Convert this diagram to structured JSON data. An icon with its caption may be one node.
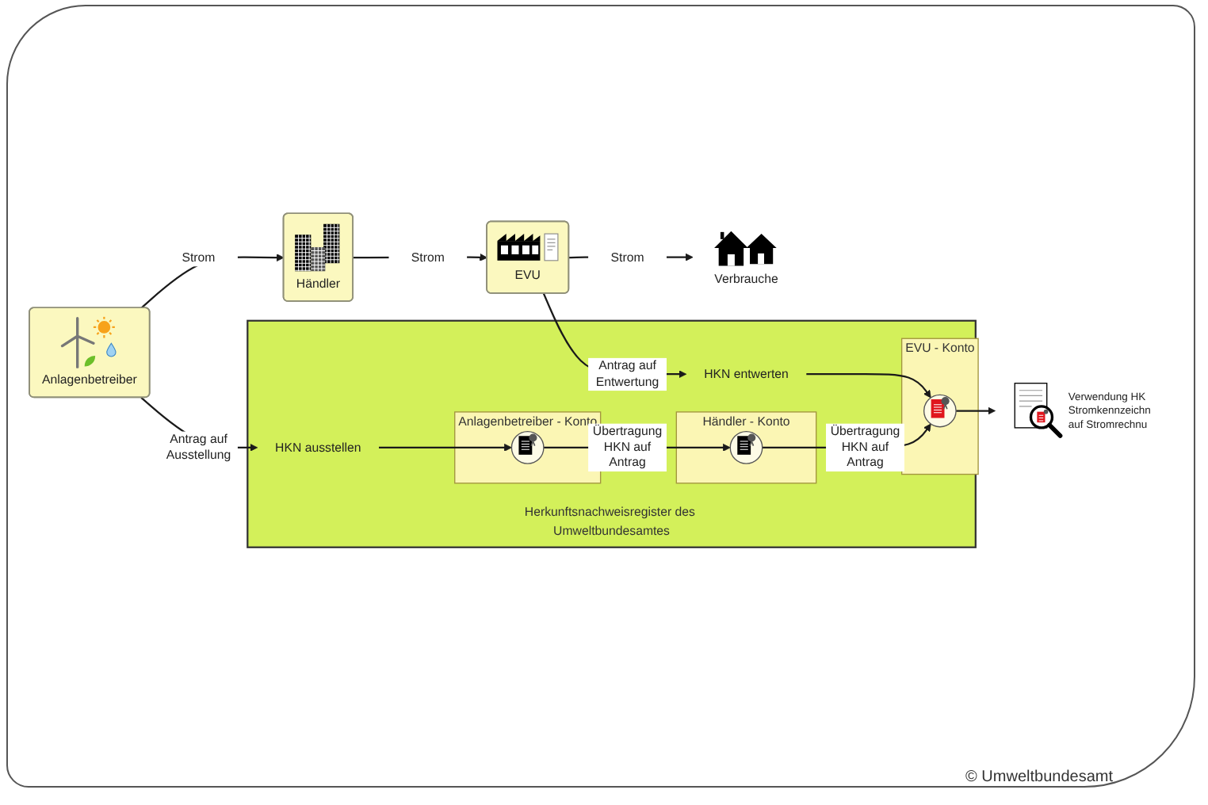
{
  "diagram": {
    "nodes": [
      {
        "text": [
          "Anlagenbetreiber"
        ]
      },
      {
        "text": [
          "Händler"
        ]
      },
      {
        "text": [
          "EVU"
        ]
      },
      {
        "text": [
          "Verbrauche"
        ]
      },
      {
        "text": [],
        "shape": "picture",
        "beside": [
          "Verwendung HK Stromkennzeichn auf Stromrechnu"
        ]
      },
      {
        "text": [
          "Herkunftsnachweisregister des Umweltbundesamtes"
        ]
      },
      {
        "text": [
          "HKN ausstellen"
        ],
        "in": 5
      },
      {
        "text": [
          "HKN entwerten"
        ],
        "in": 5
      },
      {
        "text": [
          "Anlagenbetreiber - Konto"
        ],
        "in": 5
      },
      {
        "text": [],
        "shape": "circle",
        "in": 8
      },
      {
        "text": [
          "Händler - Konto"
        ],
        "in": 5
      },
      {
        "text": [],
        "shape": "circle",
        "in": 10
      },
      {
        "text": [
          "EVU - Konto"
        ],
        "in": 5
      },
      {
        "text": [],
        "shape": "circle",
        "in": 12
      }
    ],
    "edges": [
      {
        "from": 0,
        "to": 1,
        "arrow": "to",
        "label": "Strom"
      },
      {
        "from": 1,
        "to": 2,
        "arrow": "to",
        "label": "Strom"
      },
      {
        "from": 2,
        "to": 3,
        "arrow": "to",
        "label": "Strom"
      },
      {
        "from": 0,
        "to": 6,
        "arrow": "to",
        "label": "Antrag auf Ausstellung"
      },
      {
        "from": 2,
        "to": 7,
        "arrow": "to",
        "label": "Antrag auf Entwertung"
      },
      {
        "from": 6,
        "to": 9,
        "arrow": "to"
      },
      {
        "from": 7,
        "to": 13,
        "arrow": "to"
      },
      {
        "from": 9,
        "to": 11,
        "arrow": "to",
        "label": "Übertragung HKN auf Antrag"
      },
      {
        "from": 11,
        "to": 13,
        "arrow": "to",
        "label": "Übertragung HKN auf Antrag"
      },
      {
        "from": 13,
        "to": 4,
        "arrow": "to"
      }
    ],
    "labels": [
      "© Umweltbundesamt"
    ]
  }
}
